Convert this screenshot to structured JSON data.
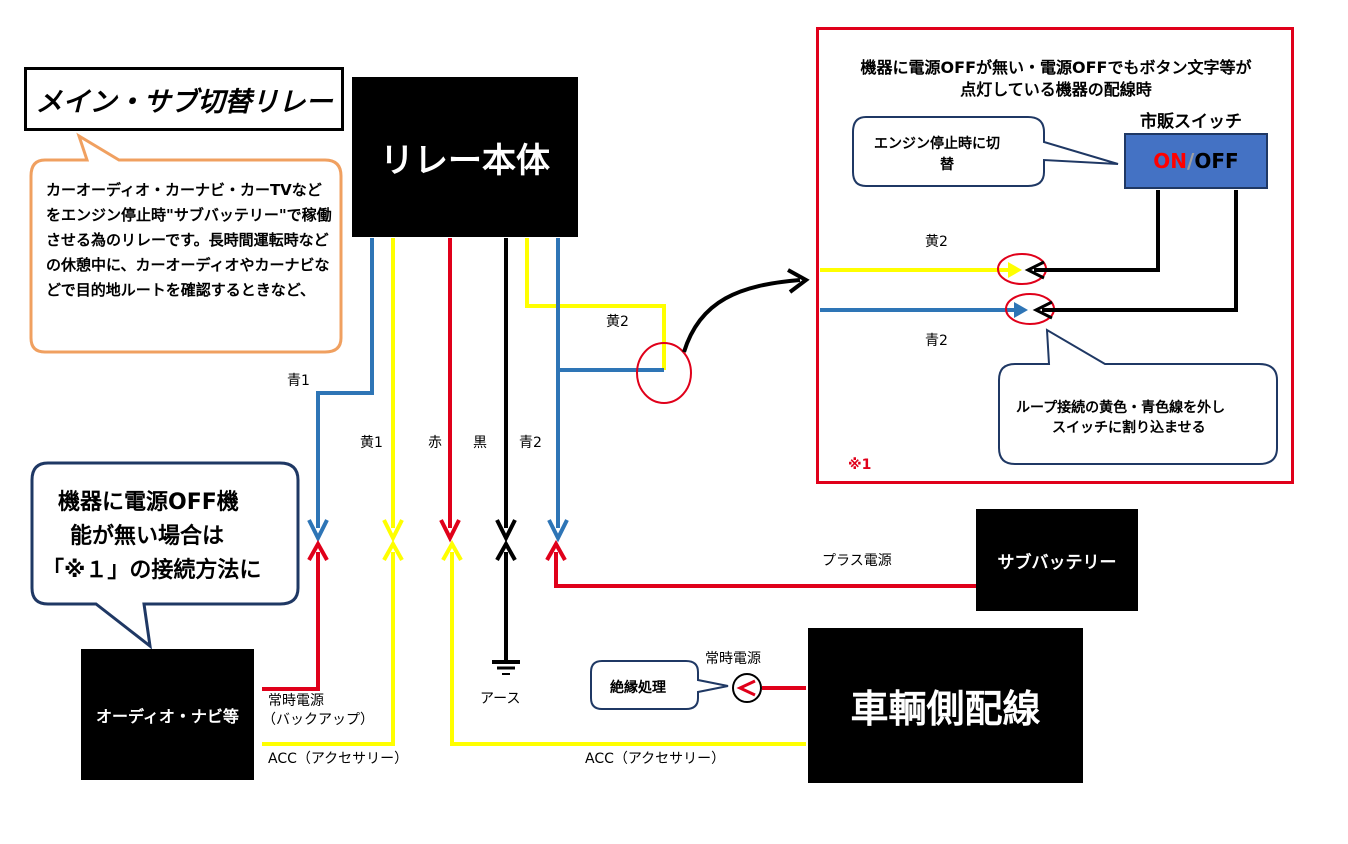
{
  "title": "メイン・サブ切替リレー",
  "relay_body": "リレー本体",
  "intro_bubble": "カーオーディオ・カーナビ・カーTVなどをエンジン停止時\"サブバッテリー\"で稼働させる為のリレーです。長時間運転時などの休憩中に、カーオーディオやカーナビなどで目的地ルートを確認するときなど、",
  "note_bubble": {
    "line1": "機器に電源OFF機",
    "line2": "能が無い場合は",
    "line3": "「※１」の接続方法に"
  },
  "wire_labels": {
    "blue1": "青1",
    "yellow1": "黄1",
    "red": "赤",
    "black": "黒",
    "blue2": "青2",
    "yellow2_loop": "黄2"
  },
  "sub_battery": "サブバッテリー",
  "plus_power": "プラス電源",
  "audio_navi": "オーディオ・ナビ等",
  "constant_power_backup": {
    "line1": "常時電源",
    "line2": "（バックアップ）"
  },
  "acc_left": "ACC（アクセサリー）",
  "acc_right": "ACC（アクセサリー）",
  "ground": "アース",
  "vehicle_wiring": "車輌側配線",
  "constant_power": "常時電源",
  "insulation": "絶縁処理",
  "panel": {
    "heading_line1": "機器に電源OFFが無い・電源OFFでもボタン文字等が",
    "heading_line2": "点灯している機器の配線時",
    "switch_title": "市販スイッチ",
    "switch_on": "ON",
    "switch_slash": "/",
    "switch_off": "OFF",
    "engine_bubble_line1": "エンジン停止時に切",
    "engine_bubble_line2": "替",
    "yellow2": "黄2",
    "blue2": "青2",
    "loop_bubble_line1": "ループ接続の黄色・青色線を外し",
    "loop_bubble_line2": "スイッチに割り込ませる",
    "note_mark": "※1"
  },
  "colors": {
    "blue": "#2e75b6",
    "yellow": "#ffff00",
    "red": "#e0001a",
    "black": "#000000",
    "panel_border": "#e0001a",
    "switch_bg": "#4472c4",
    "bubble_orange": "#f0a060",
    "bubble_navy": "#1f3864"
  }
}
